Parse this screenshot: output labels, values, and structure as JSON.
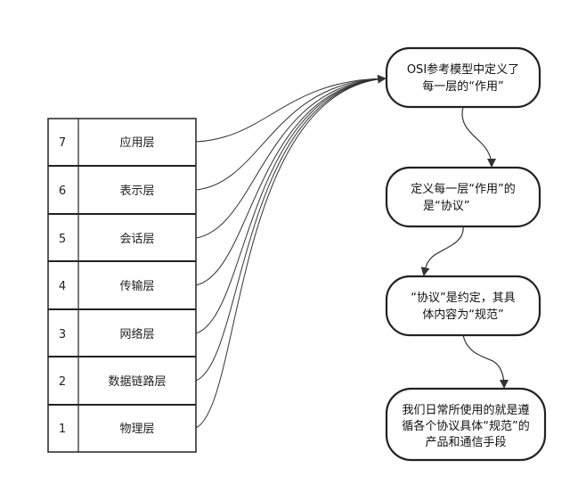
{
  "layers": [
    {
      "num": "7",
      "name": "应用层"
    },
    {
      "num": "6",
      "name": "表示层"
    },
    {
      "num": "5",
      "name": "会话层"
    },
    {
      "num": "4",
      "name": "传输层"
    },
    {
      "num": "3",
      "name": "网络层"
    },
    {
      "num": "2",
      "name": "数据链路层"
    },
    {
      "num": "1",
      "name": "物理层"
    }
  ],
  "nodes": [
    {
      "line1": "OSI参考模型中定义了",
      "line2": "每一层的“作用”",
      "line3": ""
    },
    {
      "line1": "定义每一层“作用”的",
      "line2": "是“协议”",
      "line3": ""
    },
    {
      "line1": "“协议”是约定，其具",
      "line2": "体内容为“规范”",
      "line3": ""
    },
    {
      "line1": "我们日常所使用的就是遵",
      "line2": "循各个协议具体“规范”的",
      "line3": "产品和通信手段"
    }
  ],
  "colors": {
    "line": "#333333",
    "box_border": "#222222",
    "background": "#ffffff"
  }
}
